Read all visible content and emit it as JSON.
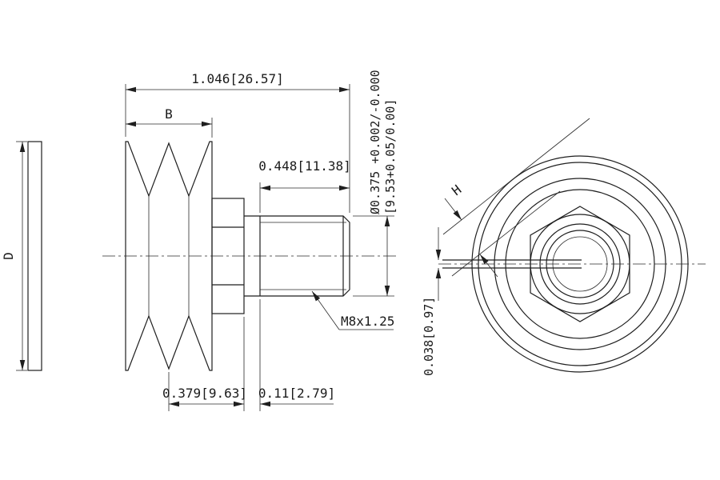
{
  "drawing": {
    "side_view": {
      "dim_overall_length": "1.046[26.57]",
      "dim_groove_width_label": "B",
      "dim_outer_diameter_label": "D",
      "dim_thread_length": "0.448[11.38]",
      "dia_tolerance_line1": "Ø0.375 +0.002/-0.000",
      "dia_tolerance_line2": "[9.53+0.05/0.00]",
      "thread_spec": "M8x1.25",
      "dim_hub_length": "0.379[9.63]",
      "dim_neck_length": "0.11[2.79]"
    },
    "front_view": {
      "dim_hex_label": "H",
      "dim_slot_width": "0.038[0.97]"
    },
    "colors": {
      "line": "#1f1f1f",
      "background": "#ffffff"
    }
  }
}
